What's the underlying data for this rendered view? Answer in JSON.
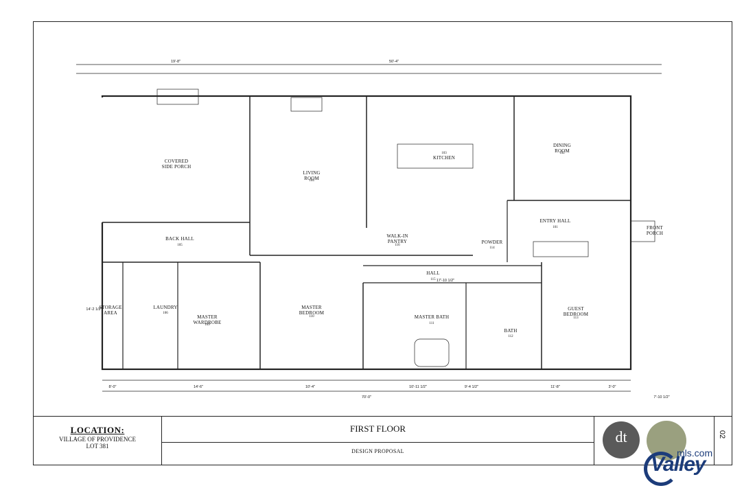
{
  "plan": {
    "rooms": [
      {
        "id": "covered-side-porch",
        "name": "COVERED\nSIDE PORCH",
        "number": ""
      },
      {
        "id": "living-room",
        "name": "LIVING\nROOM",
        "number": "104"
      },
      {
        "id": "kitchen",
        "name": "KITCHEN",
        "number": "103"
      },
      {
        "id": "dining-room",
        "name": "DINING\nROOM",
        "number": "102"
      },
      {
        "id": "entry-hall",
        "name": "ENTRY HALL",
        "number": "101"
      },
      {
        "id": "back-hall",
        "name": "BACK HALL",
        "number": "105"
      },
      {
        "id": "walk-in-pantry",
        "name": "WALK-IN\nPANTRY",
        "number": "116"
      },
      {
        "id": "powder",
        "name": "POWDER",
        "number": "114"
      },
      {
        "id": "hall",
        "name": "HALL",
        "number": "115"
      },
      {
        "id": "laundry",
        "name": "LAUNDRY",
        "number": "106"
      },
      {
        "id": "master-wardrobe",
        "name": "MASTER\nWARDROBE",
        "number": "109"
      },
      {
        "id": "master-bedroom",
        "name": "MASTER\nBEDROOM",
        "number": "110"
      },
      {
        "id": "master-bath",
        "name": "MASTER BATH",
        "number": "111"
      },
      {
        "id": "bath",
        "name": "BATH",
        "number": "112"
      },
      {
        "id": "guest-bedroom",
        "name": "GUEST\nBEDROOM",
        "number": "113"
      },
      {
        "id": "storage-area",
        "name": "STORAGE\nAREA",
        "number": ""
      },
      {
        "id": "front-porch",
        "name": "FRONT\nPORCH",
        "number": ""
      }
    ],
    "dimensions": {
      "top_overall": "50'-4\"",
      "top_left": "19'-8\"",
      "bottom_overall": "70'-0\"",
      "right_front": "7'-10 1/2\"",
      "bottom_left": "8'-0\"",
      "bottom_a": "14'-6\"",
      "bottom_b": "10'-4\"",
      "bottom_c": "10'-11 1/2\"",
      "bottom_d": "9'-4 1/2\"",
      "bottom_e": "11'-8\"",
      "bottom_f": "3'-0\"",
      "left_overall": "14'-2 1/2\"",
      "hall_dim": "17'-10 1/2\""
    }
  },
  "title_block": {
    "location_heading": "LOCATION:",
    "location_line1": "VILLAGE OF PROVIDENCE",
    "location_line2": "LOT 381",
    "title": "FIRST FLOOR",
    "subtitle": "DESIGN PROPOSAL",
    "sheet_number": "02",
    "logo_text": "dt"
  },
  "watermark": {
    "mls": "mls.com",
    "valley": "Valley"
  }
}
